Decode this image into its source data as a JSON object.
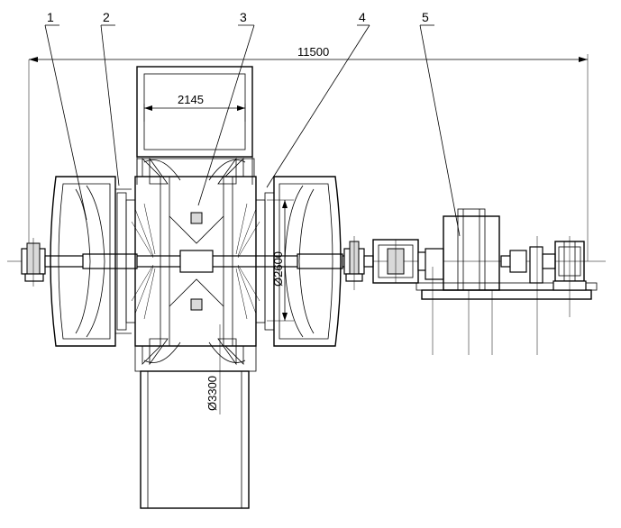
{
  "callouts": [
    {
      "number": "1"
    },
    {
      "number": "2"
    },
    {
      "number": "3"
    },
    {
      "number": "4"
    },
    {
      "number": "5"
    }
  ],
  "dimensions": {
    "overall_length": "11500",
    "wheel_width": "2145",
    "shaft_diameter": "Ø2600",
    "wheel_diameter": "Ø3300"
  }
}
